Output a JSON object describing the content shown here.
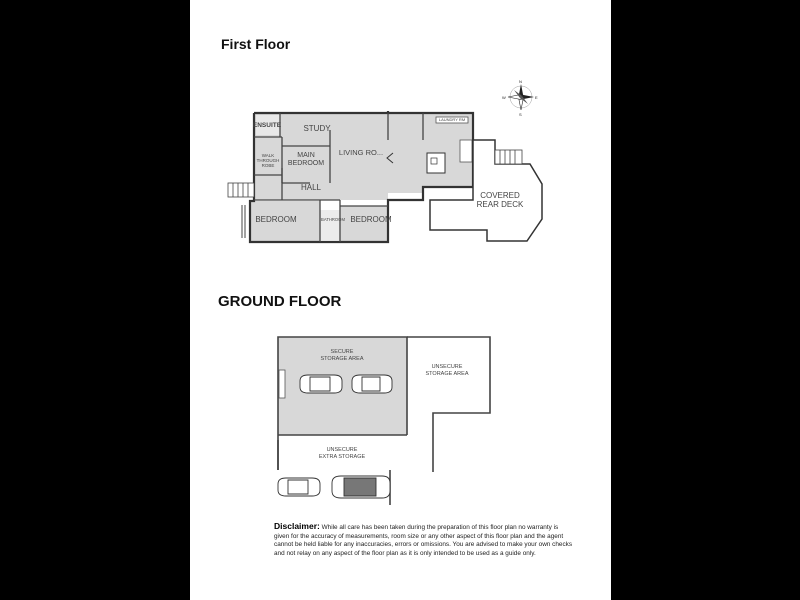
{
  "first_floor": {
    "title": "First Floor",
    "rooms": {
      "ensuite": "ENSUITE",
      "study": "STUDY",
      "walk_through_robe": [
        "WALK",
        "THROUGH",
        "ROBE"
      ],
      "main_bedroom": [
        "MAIN",
        "BEDROOM"
      ],
      "living": "LIVING RO...",
      "laundry": "LAUNDRY RM",
      "hall": "HALL",
      "bedroom_1": "BEDROOM",
      "bathroom": "BATHROOM",
      "bedroom_2": "BEDROOM",
      "deck": [
        "COVERED",
        "REAR DECK"
      ]
    },
    "compass": {
      "n": "N",
      "s": "S",
      "e": "E",
      "w": "W"
    }
  },
  "ground_floor": {
    "title": "GROUND FLOOR",
    "areas": {
      "secure": [
        "SECURE",
        "STORAGE AREA"
      ],
      "unsecure": [
        "UNSECURE",
        "STORAGE AREA"
      ],
      "extra": [
        "UNSECURE",
        "EXTRA STORAGE"
      ]
    }
  },
  "disclaimer": {
    "label": "Disclaimer:",
    "text": " While all care has been taken during the preparation of this floor plan no warranty is given for the accuracy of measurements, room size or any other aspect of this floor plan and the agent cannot be held liable for any inaccuracies, errors or omissions. You are advised to make your own checks and not relay on any aspect of the floor plan as it is only intended to be used as a guide only."
  }
}
